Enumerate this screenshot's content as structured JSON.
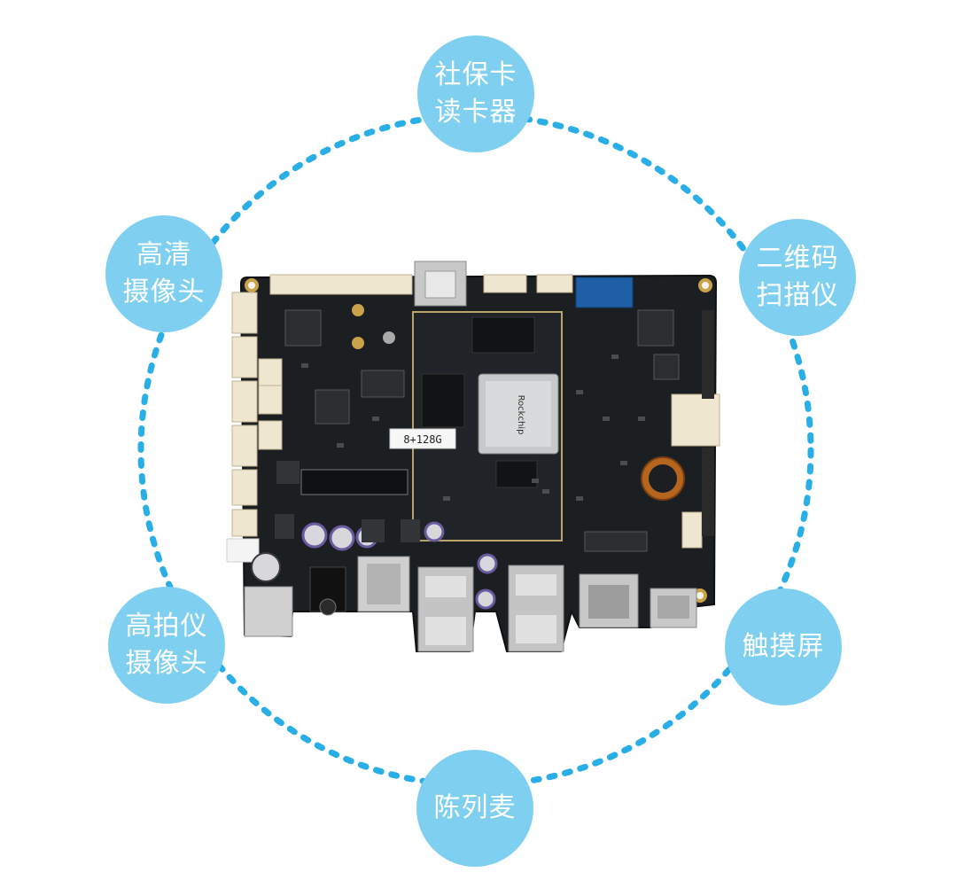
{
  "colors": {
    "node_fill": "#7fd0f0",
    "ring_dash": "#2aaee6",
    "label_text": "#ffffff",
    "board_pcb": "#1c1f22"
  },
  "ring": {
    "style": "dotted circle connecting all peripherals"
  },
  "board": {
    "image": "Rockchip RK3588 mainboard photo",
    "chip_label": "Rockchip",
    "sticker_label": "8+128G"
  },
  "nodes": {
    "top": "社保卡\n读卡器",
    "top_left": "高清\n摄像头",
    "top_right": "二维码\n扫描仪",
    "bottom_left": "高拍仪\n摄像头",
    "bottom_right": "触摸屏",
    "bottom": "陈列麦"
  }
}
